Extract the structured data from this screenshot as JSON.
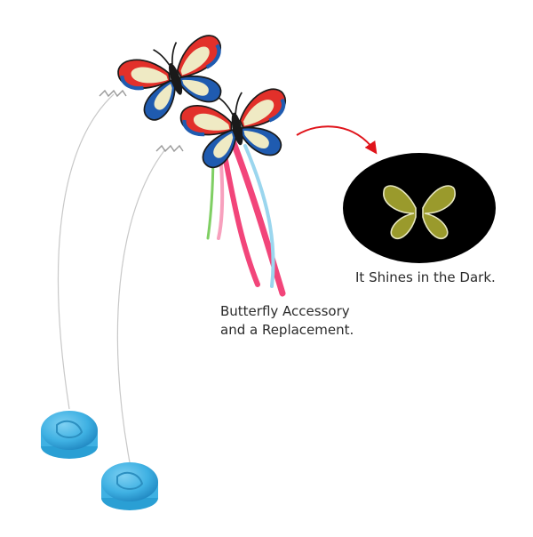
{
  "captions": {
    "accessory_line1": "Butterfly Accessory",
    "accessory_line2": "and a Replacement.",
    "glow": "It Shines in the Dark."
  },
  "colors": {
    "background": "#ffffff",
    "arrow": "#e0141b",
    "base": "#3fb1e3",
    "glow_panel": "#000000",
    "glow_butterfly": "#9a9a2c",
    "wing_red": "#e2302a",
    "wing_blue": "#1f5bb0",
    "wing_cream": "#efeac4",
    "ribbon_pink": "#f2457a",
    "ribbon_green": "#7fcf63"
  },
  "icons": {
    "butterfly": "butterfly-icon",
    "glow_butterfly": "glowing-butterfly-icon",
    "arrow": "curved-arrow-icon",
    "base": "spring-base-icon"
  }
}
